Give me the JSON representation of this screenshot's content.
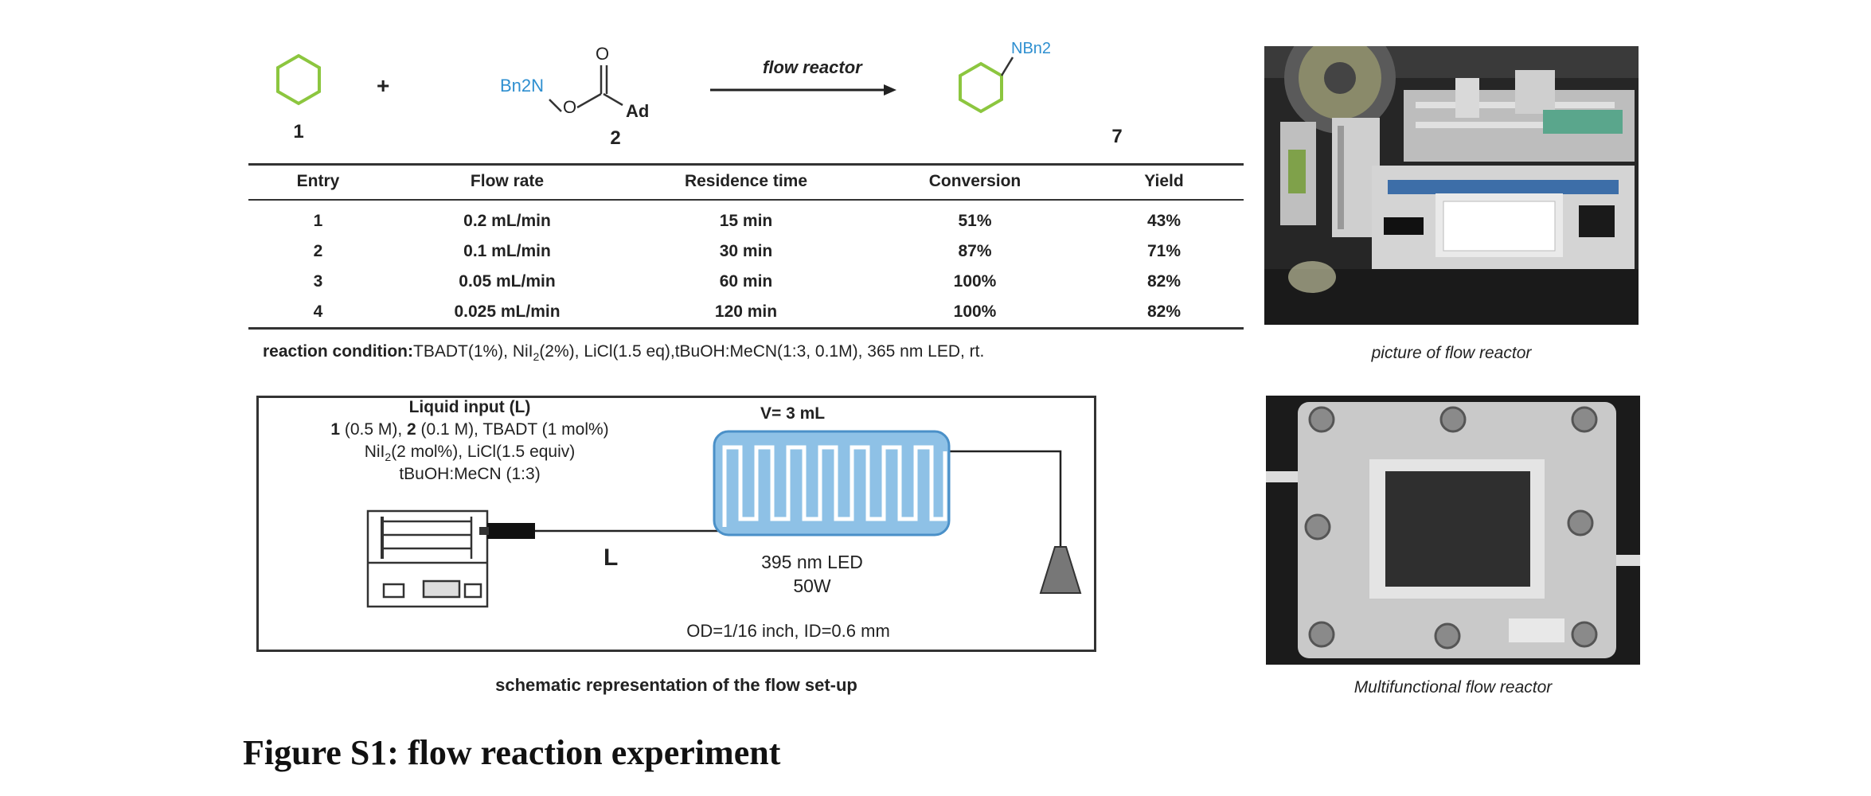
{
  "scheme": {
    "compound1_label": "1",
    "compound2_label": "2",
    "compound7_label": "7",
    "plus": "+",
    "reagent_amine": "Bn2N",
    "reagent_o": "O",
    "reagent_carbonyl_o": "O",
    "reagent_ad": "Ad",
    "product_amine": "NBn2",
    "arrow_label": "flow reactor"
  },
  "table": {
    "headers": [
      "Entry",
      "Flow rate",
      "Residence time",
      "Conversion",
      "Yield"
    ],
    "rows": [
      [
        "1",
        "0.2 mL/min",
        "15 min",
        "51%",
        "43%"
      ],
      [
        "2",
        "0.1 mL/min",
        "30 min",
        "87%",
        "71%"
      ],
      [
        "3",
        "0.05 mL/min",
        "60 min",
        "100%",
        "82%"
      ],
      [
        "4",
        "0.025 mL/min",
        "120 min",
        "100%",
        "82%"
      ]
    ],
    "condition_prefix": "reaction condition:",
    "condition_part1": "TBADT(1%), NiI",
    "condition_sub": "2",
    "condition_part2": "(2%), LiCl(1.5 eq),tBuOH:MeCN(1:3, 0.1M), 365 nm LED, rt."
  },
  "photos": {
    "caption1": "picture of flow reactor",
    "caption2": "Multifunctional flow reactor"
  },
  "schematic": {
    "input_title": "Liquid input (L)",
    "line1_b1": "1",
    "line1_t1": " (0.5 M), ",
    "line1_b2": "2",
    "line1_t2": " (0.1 M), TBADT (1 mol%)",
    "line2_a": "NiI",
    "line2_sub": "2",
    "line2_b": "(2 mol%), LiCl(1.5 equiv)",
    "line3": "tBuOH:MeCN (1:3)",
    "volume": "V= 3 mL",
    "L_label": "L",
    "led_line1": "395 nm LED",
    "led_line2": "50W",
    "tubing": "OD=1/16 inch, ID=0.6 mm",
    "caption": "schematic representation of the flow set-up"
  },
  "figure_title": "Figure S1: flow reaction experiment",
  "colors": {
    "ring": "#8cc63f",
    "chem_blue": "#2e8fd0",
    "reactor_blue": "#8ec1e6",
    "reactor_border": "#4a90c8"
  }
}
